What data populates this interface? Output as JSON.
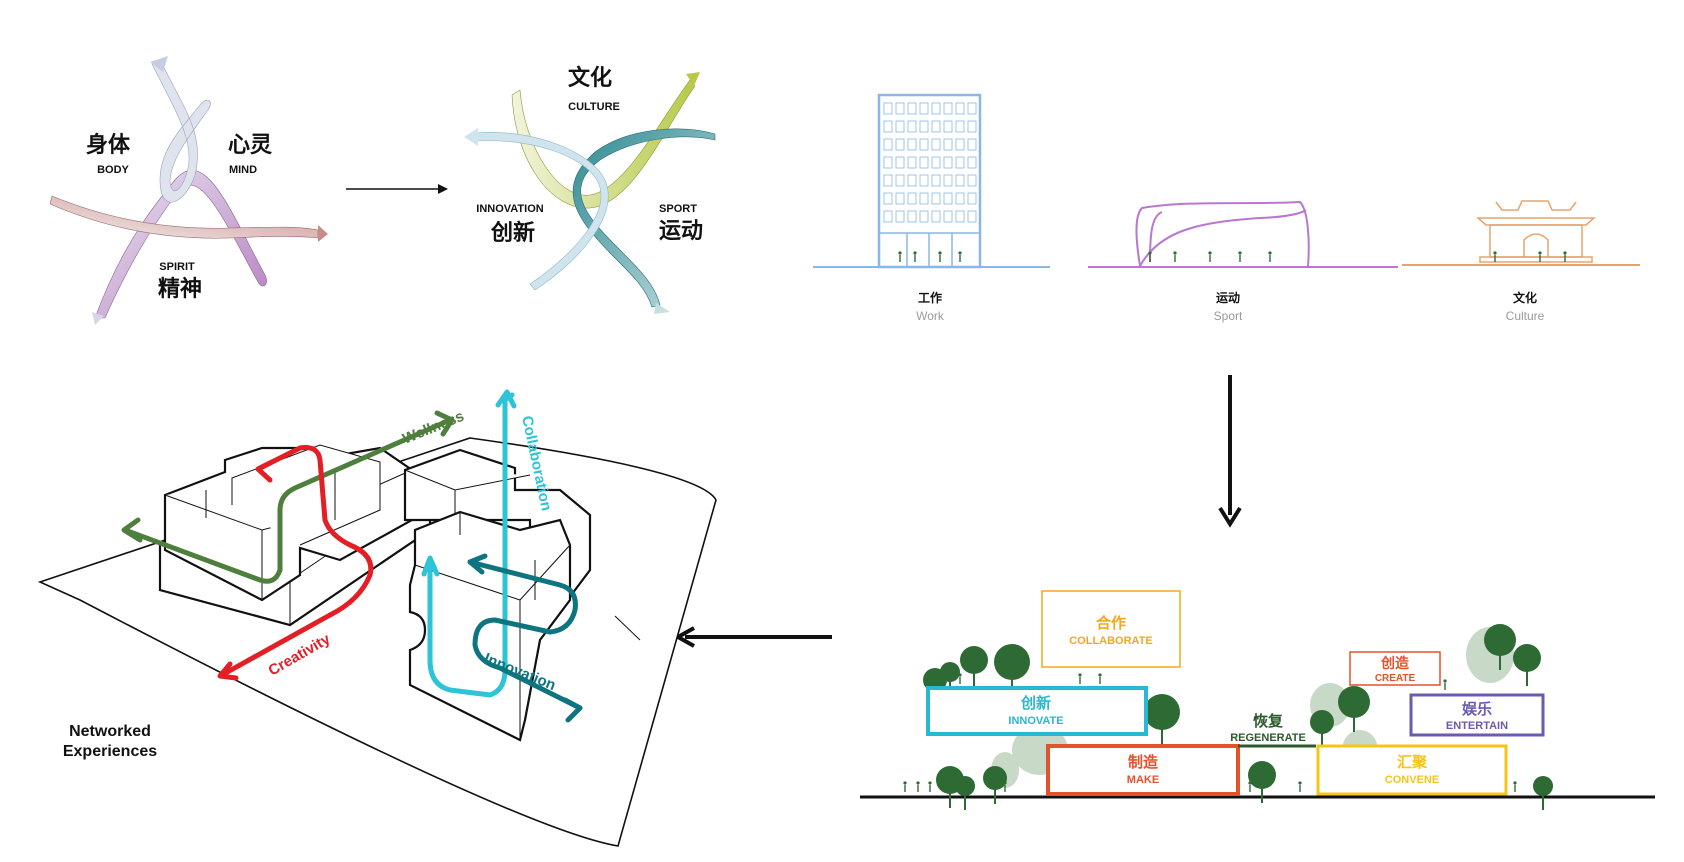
{
  "colors": {
    "body_mind_ribbon": "#c98a8a",
    "spirit_ribbon": "#b87fbf",
    "light_ribbon": "#b9c8e0",
    "culture_ribbon": "#b8c94a",
    "sport_ribbon": "#2f8a92",
    "innovation_ribbon": "#a9cfe0",
    "work": "#8bb6e6",
    "sport": "#b977cf",
    "culture": "#e9a36a",
    "wellness": "#4f7f3d",
    "creativity": "#e31e24",
    "collaboration": "#2ec3d6",
    "innovation": "#0e7480",
    "collaborate": "#f2a81d",
    "innovate": "#27b9d1",
    "make": "#e4512b",
    "regenerate": "#2d5a2d",
    "create": "#e4512b",
    "entertain": "#6b5bb0",
    "convene": "#f5c518",
    "tree_dark": "#2e6b34",
    "tree_light": "#c9d9c7"
  },
  "icons": [
    "ribbon-knot-icon",
    "arrow-right-icon",
    "arrow-down-icon",
    "arrow-left-icon",
    "office-tower-icon",
    "stadium-icon",
    "gate-pavilion-icon",
    "tree-icon",
    "person-icon"
  ],
  "triad1": {
    "body_cn": "身体",
    "body_en": "BODY",
    "mind_cn": "心灵",
    "mind_en": "MIND",
    "spirit_en": "SPIRIT",
    "spirit_cn": "精神"
  },
  "triad2": {
    "culture_cn": "文化",
    "culture_en": "CULTURE",
    "innovation_en": "INNOVATION",
    "innovation_cn": "创新",
    "sport_en": "SPORT",
    "sport_cn": "运动"
  },
  "programs": [
    {
      "cn": "工作",
      "en": "Work"
    },
    {
      "cn": "运动",
      "en": "Sport"
    },
    {
      "cn": "文化",
      "en": "Culture"
    }
  ],
  "massing": {
    "wellness": "Wellness",
    "creativity": "Creativity",
    "collaboration": "Collaboration",
    "innovation": "Innovation",
    "caption_line1": "Networked",
    "caption_line2": "Experiences"
  },
  "section": {
    "collaborate_cn": "合作",
    "collaborate_en": "COLLABORATE",
    "innovate_cn": "创新",
    "innovate_en": "INNOVATE",
    "make_cn": "制造",
    "make_en": "MAKE",
    "regenerate_cn": "恢复",
    "regenerate_en": "REGENERATE",
    "create_cn": "创造",
    "create_en": "CREATE",
    "entertain_cn": "娱乐",
    "entertain_en": "ENTERTAIN",
    "convene_cn": "汇聚",
    "convene_en": "CONVENE"
  }
}
